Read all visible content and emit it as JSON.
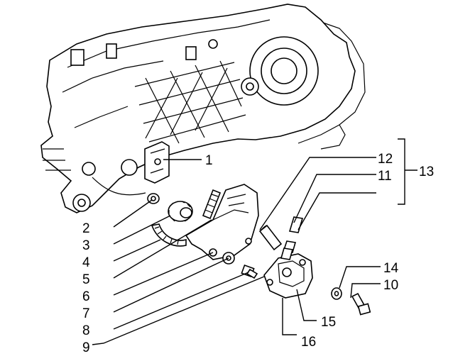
{
  "diagram": {
    "labels": {
      "n1": "1",
      "n2": "2",
      "n3": "3",
      "n4": "4",
      "n5": "5",
      "n6": "6",
      "n7": "7",
      "n8": "8",
      "n9": "9",
      "n10": "10",
      "n11": "11",
      "n12": "12",
      "n13": "13",
      "n14": "14",
      "n15": "15",
      "n16": "16"
    }
  }
}
